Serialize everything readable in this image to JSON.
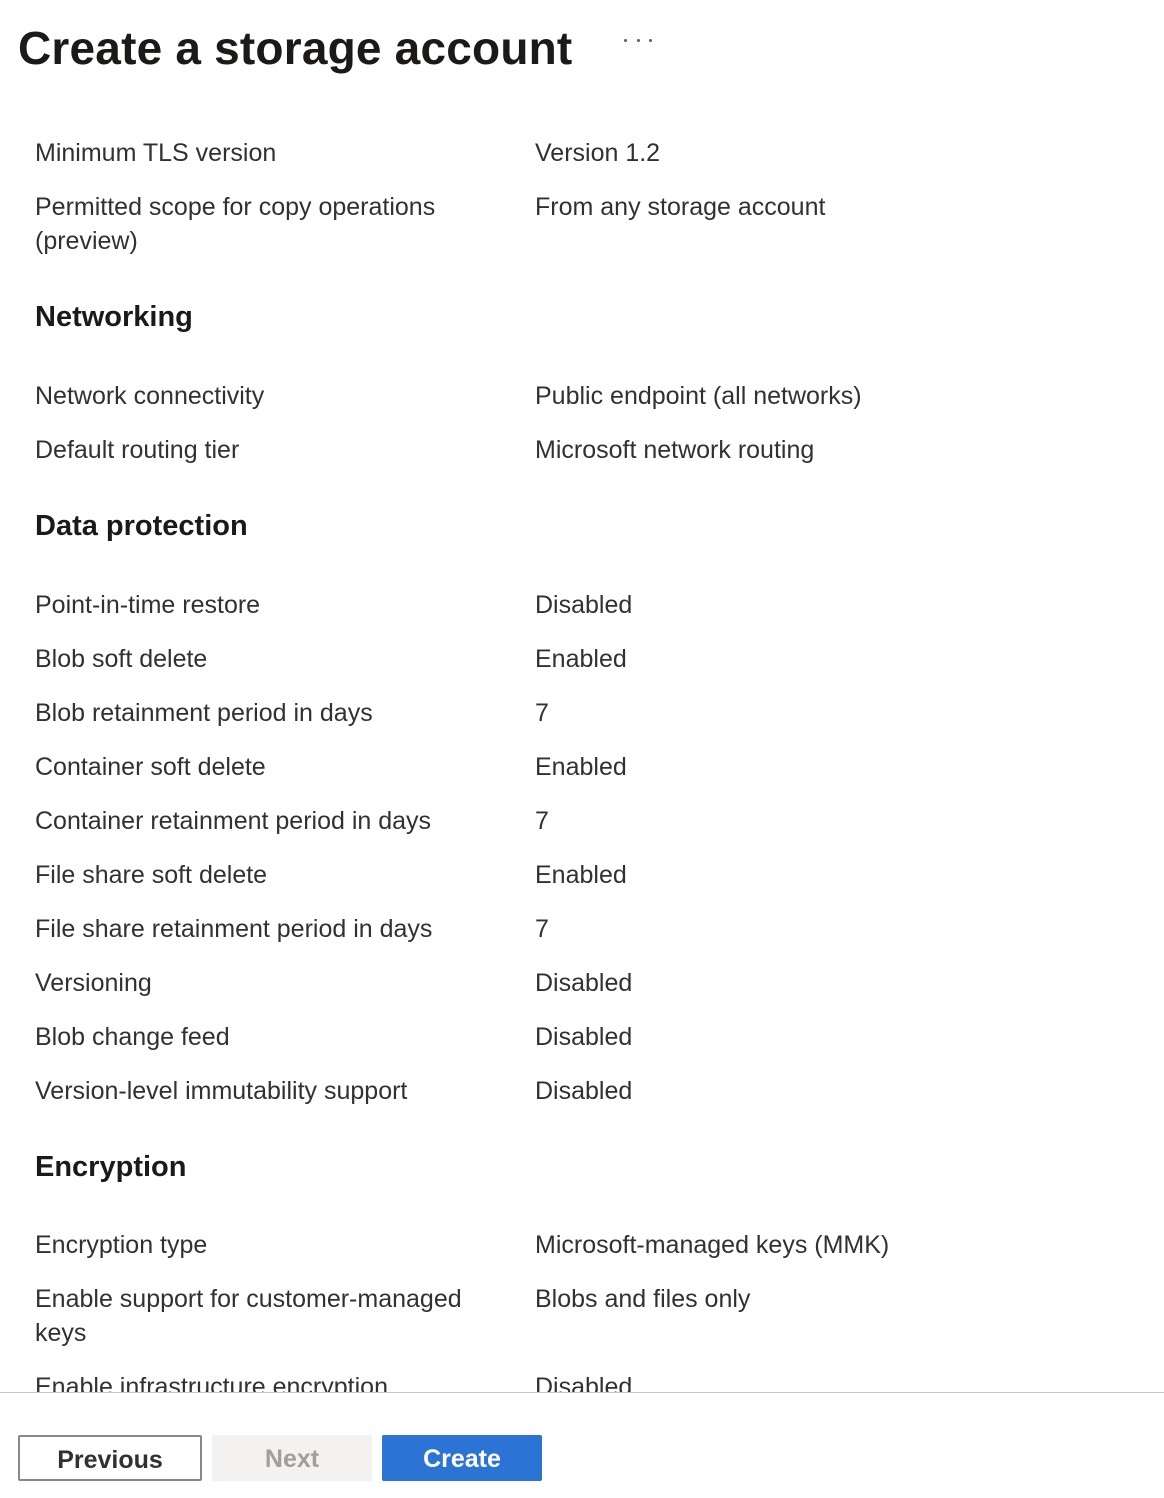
{
  "header": {
    "title": "Create a storage account",
    "more_icon": "more-horizontal-icon"
  },
  "security": {
    "rows": [
      {
        "label": "Minimum TLS version",
        "value": "Version 1.2"
      },
      {
        "label": "Permitted scope for copy operations (preview)",
        "value": "From any storage account"
      }
    ]
  },
  "networking": {
    "heading": "Networking",
    "rows": [
      {
        "label": "Network connectivity",
        "value": "Public endpoint (all networks)"
      },
      {
        "label": "Default routing tier",
        "value": "Microsoft network routing"
      }
    ]
  },
  "data_protection": {
    "heading": "Data protection",
    "rows": [
      {
        "label": "Point-in-time restore",
        "value": "Disabled"
      },
      {
        "label": "Blob soft delete",
        "value": "Enabled"
      },
      {
        "label": "Blob retainment period in days",
        "value": "7"
      },
      {
        "label": "Container soft delete",
        "value": "Enabled"
      },
      {
        "label": "Container retainment period in days",
        "value": "7"
      },
      {
        "label": "File share soft delete",
        "value": "Enabled"
      },
      {
        "label": "File share retainment period in days",
        "value": "7"
      },
      {
        "label": "Versioning",
        "value": "Disabled"
      },
      {
        "label": "Blob change feed",
        "value": "Disabled"
      },
      {
        "label": "Version-level immutability support",
        "value": "Disabled"
      }
    ]
  },
  "encryption": {
    "heading": "Encryption",
    "rows": [
      {
        "label": "Encryption type",
        "value": "Microsoft-managed keys (MMK)"
      },
      {
        "label": "Enable support for customer-managed keys",
        "value": "Blobs and files only"
      },
      {
        "label": "Enable infrastructure encryption",
        "value": "Disabled"
      }
    ]
  },
  "footer": {
    "previous_label": "Previous",
    "next_label": "Next",
    "create_label": "Create"
  },
  "colors": {
    "primary": "#2b74d6",
    "disabled_bg": "#f3f2f1",
    "disabled_text": "#a19f9d"
  }
}
